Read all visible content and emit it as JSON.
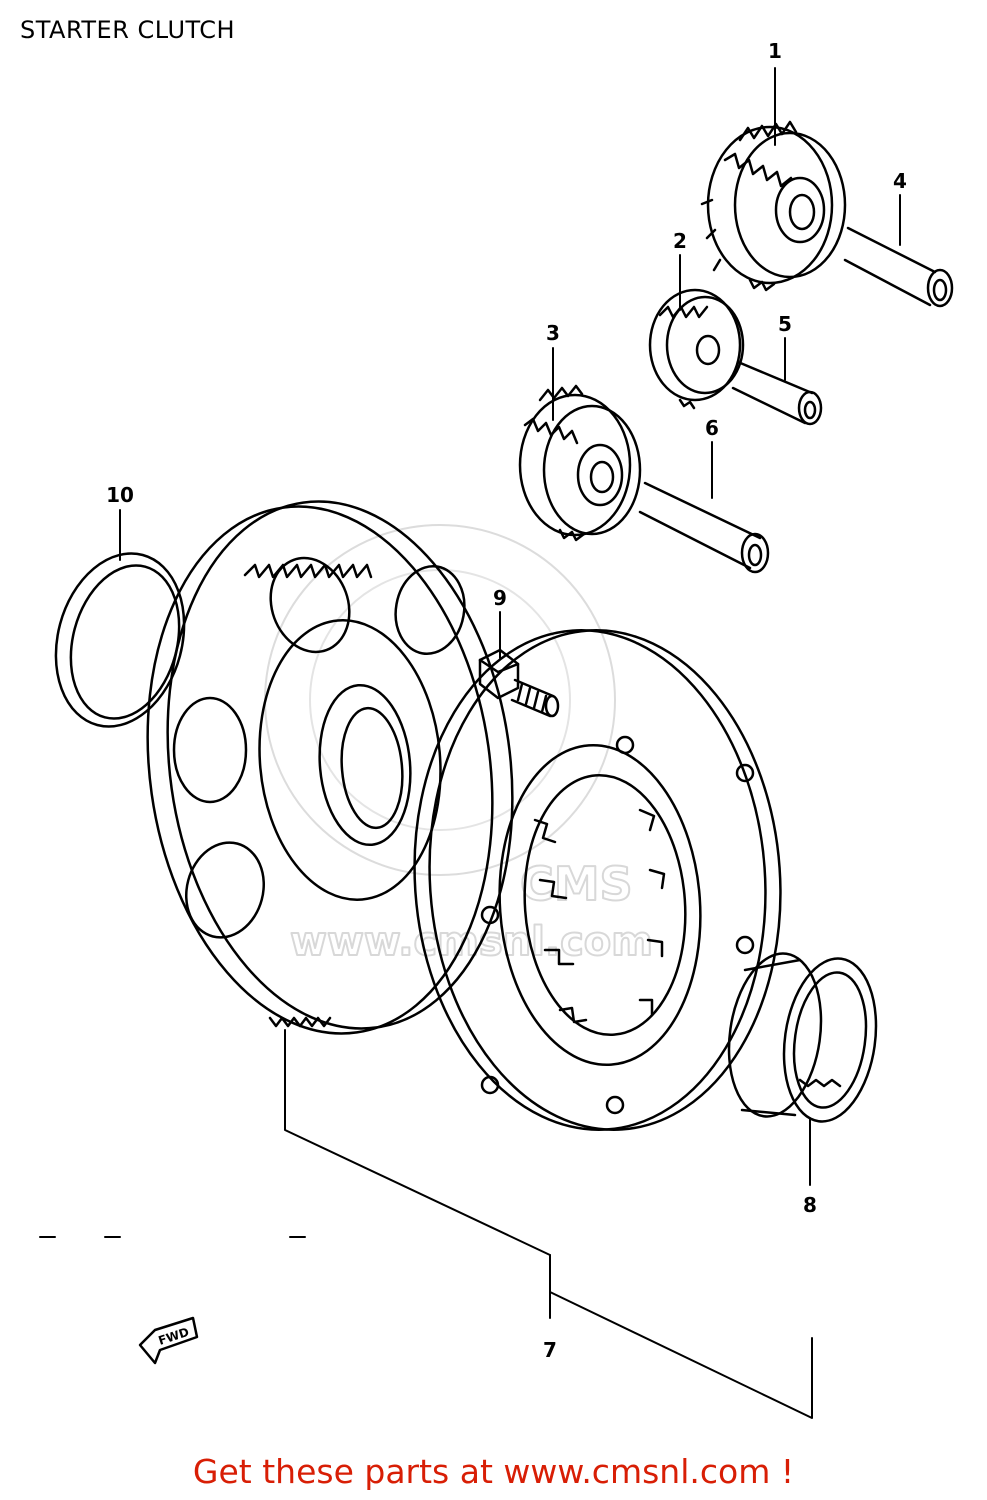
{
  "title": "STARTER CLUTCH",
  "callouts": {
    "c1": "1",
    "c2": "2",
    "c3": "3",
    "c4": "4",
    "c5": "5",
    "c6": "6",
    "c7": "7",
    "c8": "8",
    "c9": "9",
    "c10": "10"
  },
  "fwd_label": "FWD",
  "watermark": {
    "brand": "CMS",
    "url": "www.cmsnl.com"
  },
  "cta": "Get these parts at www.cmsnl.com !",
  "colors": {
    "line": "#000000",
    "cta": "#d81e05",
    "watermark": "#d8d8d8"
  }
}
